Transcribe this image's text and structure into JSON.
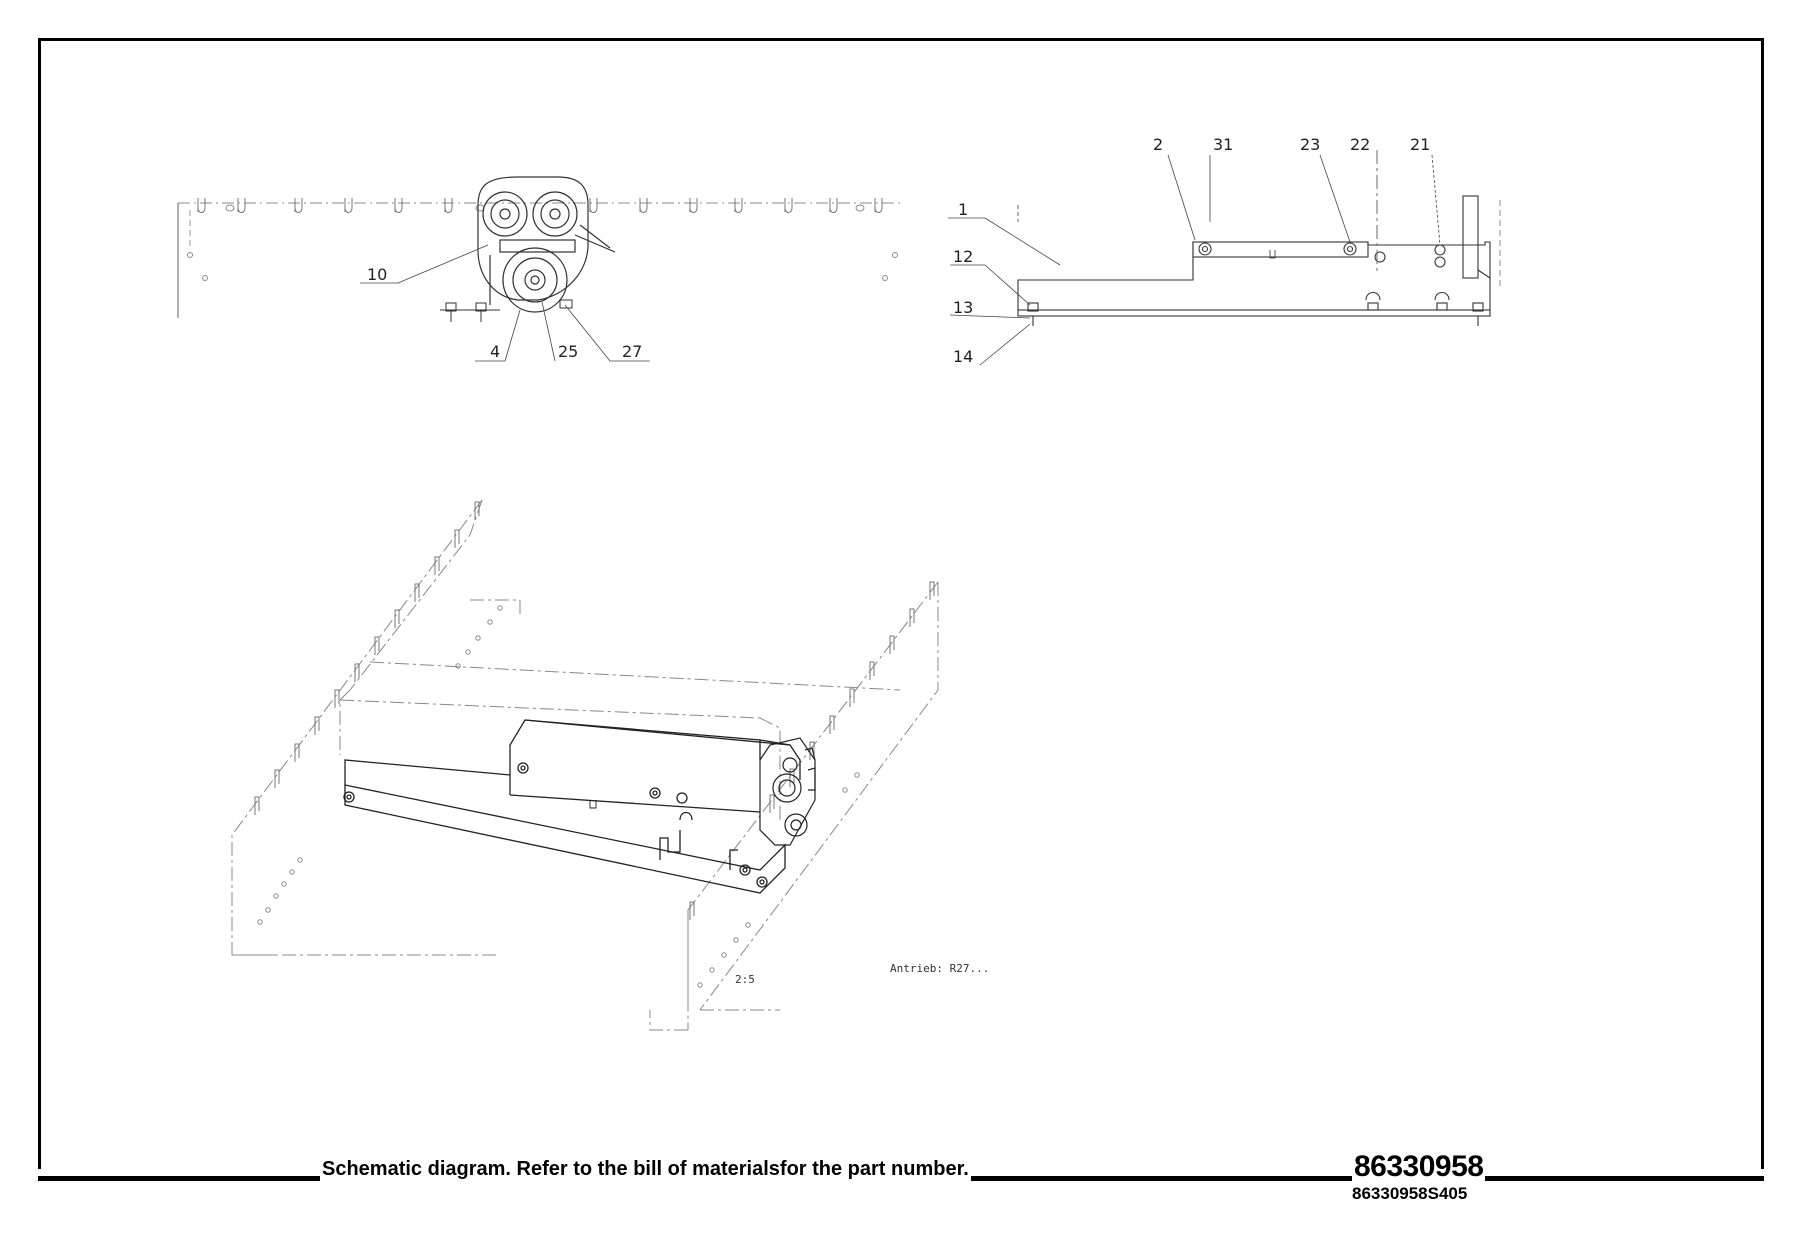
{
  "caption": "Schematic diagram. Refer to the bill of materialsfor the part number.",
  "drawing_number": "86330958",
  "sheet_id": "86330958S405",
  "front_view": {
    "callouts": [
      "10",
      "4",
      "25",
      "27"
    ]
  },
  "side_view": {
    "callouts_top": [
      "2",
      "31",
      "23",
      "22",
      "21"
    ],
    "callouts_left": [
      "1",
      "12",
      "13",
      "14"
    ]
  },
  "iso_view": {
    "scale_label": "2:5",
    "drive_note": "Antrieb: R27..."
  },
  "colors": {
    "line": "#000000",
    "phantom": "#777777",
    "background": "#ffffff"
  }
}
